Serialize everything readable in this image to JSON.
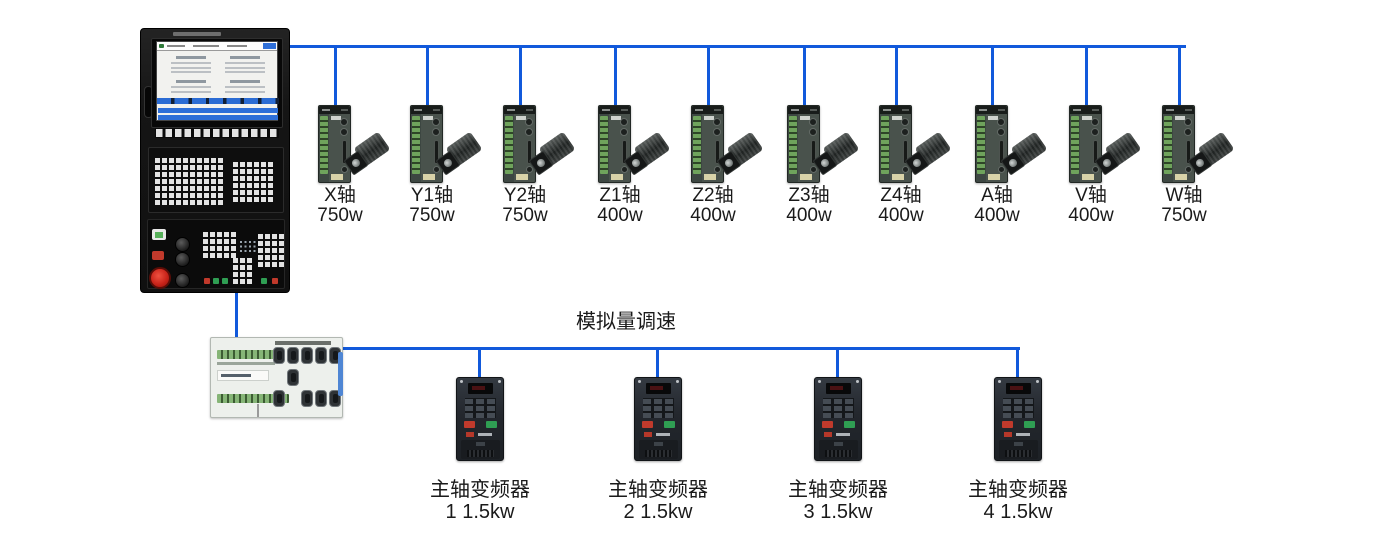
{
  "colors": {
    "wire": "#1159DB"
  },
  "analog_label": "模拟量调速",
  "servo_drives": [
    {
      "axis": "X轴",
      "power": "750w"
    },
    {
      "axis": "Y1轴",
      "power": "750w"
    },
    {
      "axis": "Y2轴",
      "power": "750w"
    },
    {
      "axis": "Z1轴",
      "power": "400w"
    },
    {
      "axis": "Z2轴",
      "power": "400w"
    },
    {
      "axis": "Z3轴",
      "power": "400w"
    },
    {
      "axis": "Z4轴",
      "power": "400w"
    },
    {
      "axis": "A轴",
      "power": "400w"
    },
    {
      "axis": "V轴",
      "power": "400w"
    },
    {
      "axis": "W轴",
      "power": "750w"
    }
  ],
  "inverters": [
    {
      "name": "主轴变频器",
      "spec": "1 1.5kw"
    },
    {
      "name": "主轴变频器",
      "spec": "2 1.5kw"
    },
    {
      "name": "主轴变频器",
      "spec": "3 1.5kw"
    },
    {
      "name": "主轴变频器",
      "spec": "4 1.5kw"
    }
  ]
}
